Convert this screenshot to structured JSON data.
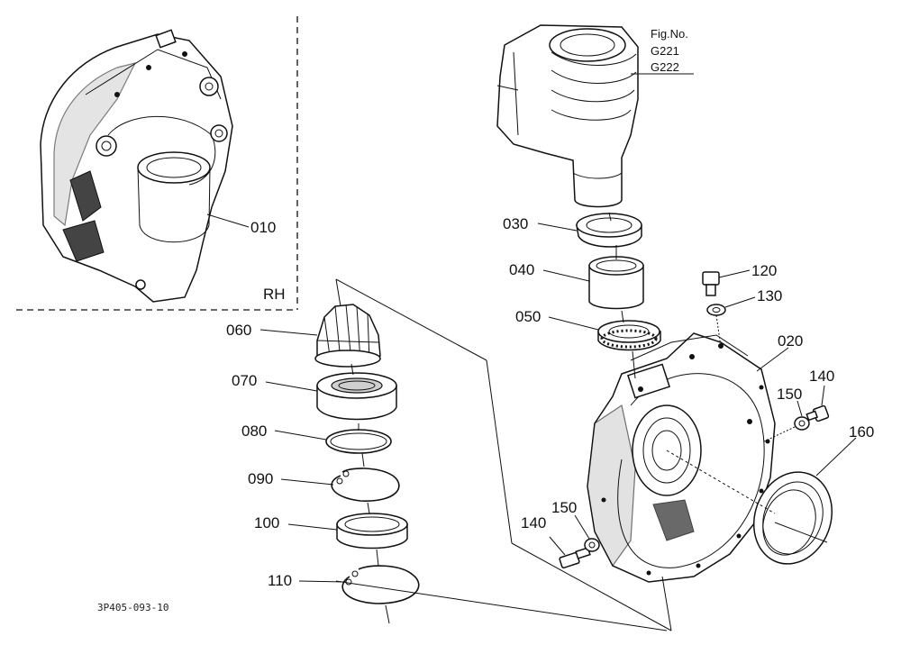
{
  "figure": {
    "fig_no_label": "Fig.No.",
    "fig_refs": [
      "G221",
      "G222"
    ],
    "drawing_code": "3P405-093-10",
    "inset_side_label": "RH"
  },
  "callouts": [
    {
      "id": "010",
      "text": "010"
    },
    {
      "id": "020",
      "text": "020"
    },
    {
      "id": "030",
      "text": "030"
    },
    {
      "id": "040",
      "text": "040"
    },
    {
      "id": "050",
      "text": "050"
    },
    {
      "id": "060",
      "text": "060"
    },
    {
      "id": "070",
      "text": "070"
    },
    {
      "id": "080",
      "text": "080"
    },
    {
      "id": "090",
      "text": "090"
    },
    {
      "id": "100",
      "text": "100"
    },
    {
      "id": "110",
      "text": "110"
    },
    {
      "id": "120",
      "text": "120"
    },
    {
      "id": "130",
      "text": "130"
    },
    {
      "id": "140a",
      "text": "140"
    },
    {
      "id": "140b",
      "text": "140"
    },
    {
      "id": "150a",
      "text": "150"
    },
    {
      "id": "150b",
      "text": "150"
    },
    {
      "id": "160",
      "text": "160"
    }
  ]
}
